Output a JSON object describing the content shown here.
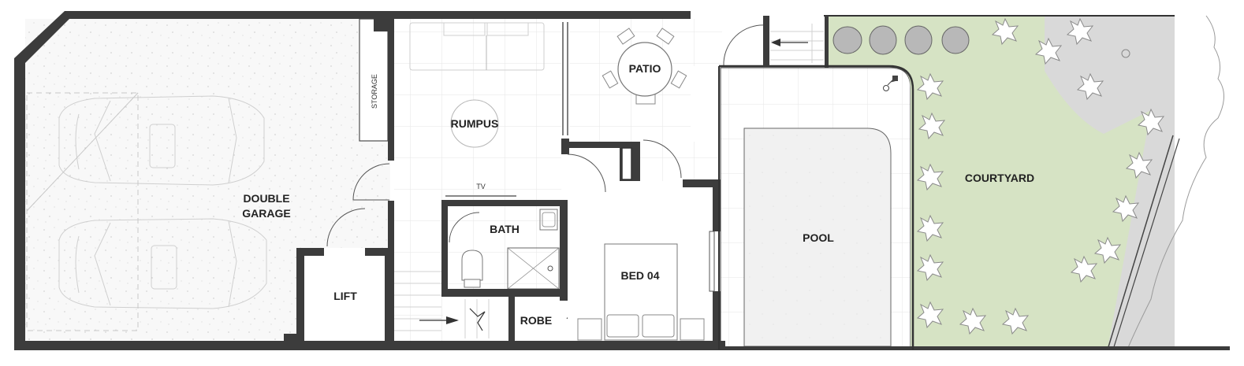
{
  "plan": {
    "rooms": {
      "double_garage": [
        "DOUBLE",
        "GARAGE"
      ],
      "storage": "STORAGE",
      "lift": "LIFT",
      "rumpus": "RUMPUS",
      "tv": "TV",
      "bath": "BATH",
      "robe": "ROBE",
      "bed04": "BED 04",
      "patio": "PATIO",
      "pool": "POOL",
      "courtyard": "COURTYARD"
    },
    "colors": {
      "wall": "#3c3c3c",
      "lawn": "#d6e3c4",
      "planting": "#d9d9d9",
      "pool": "#f2f2f2",
      "garage_floor": "#f7f7f7"
    }
  }
}
